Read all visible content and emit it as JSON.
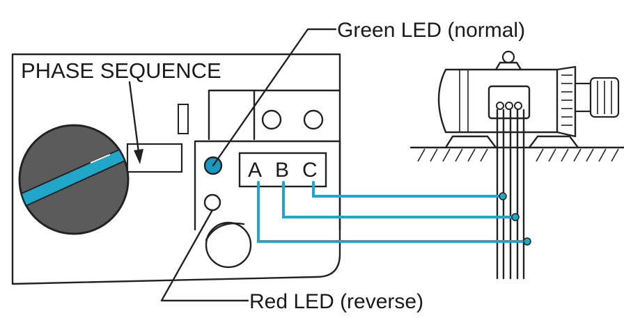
{
  "labels": {
    "panel_title": "PHASE SEQUENCE",
    "green_led": "Green LED (normal)",
    "red_led": "Red LED (reverse)",
    "terminal_a": "A",
    "terminal_b": "B",
    "terminal_c": "C"
  },
  "colors": {
    "wire": "#1fa6c8",
    "knob": "#5b5b5b",
    "knob_stripe": "#1fa6c8",
    "green_led": "#1c98c0",
    "ink": "#222222"
  },
  "icons": {
    "knob": "rotary-knob-icon",
    "motor": "motor-icon",
    "green_led": "led-indicator-icon",
    "red_led": "led-indicator-icon"
  }
}
